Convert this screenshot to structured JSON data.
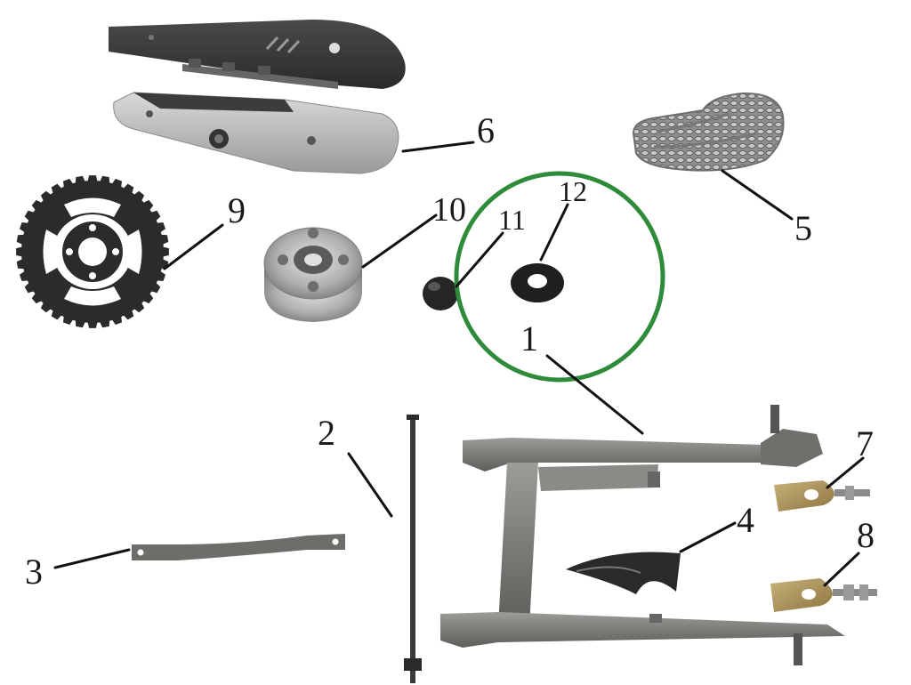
{
  "diagram": {
    "highlight_color": "#2e8b3a",
    "parts": [
      {
        "id": "swingarm",
        "number": "1"
      },
      {
        "id": "pivot-axle",
        "number": "2"
      },
      {
        "id": "brake-torque-rod",
        "number": "3"
      },
      {
        "id": "chain-slider",
        "number": "4"
      },
      {
        "id": "drive-chain",
        "number": "5"
      },
      {
        "id": "chain-guard",
        "number": "6"
      },
      {
        "id": "chain-adjuster-right",
        "number": "7"
      },
      {
        "id": "chain-adjuster-left",
        "number": "8"
      },
      {
        "id": "rear-sprocket",
        "number": "9"
      },
      {
        "id": "sprocket-hub",
        "number": "10"
      },
      {
        "id": "rubber-cap",
        "number": "11"
      },
      {
        "id": "rubber-washer",
        "number": "12"
      }
    ]
  }
}
